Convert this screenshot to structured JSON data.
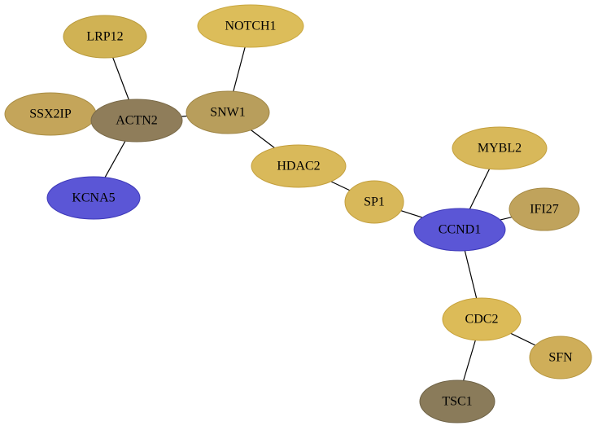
{
  "network": {
    "nodes": [
      {
        "id": "LRP12",
        "label": "LRP12",
        "fill": "#d0b254",
        "stroke": "#b8993a"
      },
      {
        "id": "NOTCH1",
        "label": "NOTCH1",
        "fill": "#dcbd5a",
        "stroke": "#c9a73f"
      },
      {
        "id": "SSX2IP",
        "label": "SSX2IP",
        "fill": "#c4a55a",
        "stroke": "#a98d44"
      },
      {
        "id": "ACTN2",
        "label": "ACTN2",
        "fill": "#8f7d5a",
        "stroke": "#7a6a48"
      },
      {
        "id": "SNW1",
        "label": "SNW1",
        "fill": "#b89e5c",
        "stroke": "#9f8646"
      },
      {
        "id": "HDAC2",
        "label": "HDAC2",
        "fill": "#d9b95a",
        "stroke": "#c49f3c"
      },
      {
        "id": "MYBL2",
        "label": "MYBL2",
        "fill": "#d8b85a",
        "stroke": "#c39f3d"
      },
      {
        "id": "KCNA5",
        "label": "KCNA5",
        "fill": "#5b56d6",
        "stroke": "#3d38b8"
      },
      {
        "id": "SP1",
        "label": "SP1",
        "fill": "#d8b85a",
        "stroke": "#c39f3d"
      },
      {
        "id": "IFI27",
        "label": "IFI27",
        "fill": "#c0a35c",
        "stroke": "#a68a45"
      },
      {
        "id": "CCND1",
        "label": "CCND1",
        "fill": "#5b56d6",
        "stroke": "#3d38b8"
      },
      {
        "id": "CDC2",
        "label": "CDC2",
        "fill": "#dcbb58",
        "stroke": "#c7a23b"
      },
      {
        "id": "SFN",
        "label": "SFN",
        "fill": "#cfae59",
        "stroke": "#b6963f"
      },
      {
        "id": "TSC1",
        "label": "TSC1",
        "fill": "#8a7b5a",
        "stroke": "#6e6246"
      }
    ],
    "edges": [
      {
        "source": "LRP12",
        "target": "ACTN2"
      },
      {
        "source": "SSX2IP",
        "target": "ACTN2"
      },
      {
        "source": "ACTN2",
        "target": "KCNA5"
      },
      {
        "source": "ACTN2",
        "target": "SNW1"
      },
      {
        "source": "NOTCH1",
        "target": "SNW1"
      },
      {
        "source": "SNW1",
        "target": "HDAC2"
      },
      {
        "source": "HDAC2",
        "target": "SP1"
      },
      {
        "source": "SP1",
        "target": "CCND1"
      },
      {
        "source": "MYBL2",
        "target": "CCND1"
      },
      {
        "source": "IFI27",
        "target": "CCND1"
      },
      {
        "source": "CCND1",
        "target": "CDC2"
      },
      {
        "source": "CDC2",
        "target": "SFN"
      },
      {
        "source": "CDC2",
        "target": "TSC1"
      }
    ]
  }
}
